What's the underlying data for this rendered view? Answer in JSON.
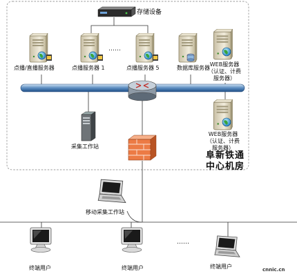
{
  "storage": {
    "label": "存储设备"
  },
  "servers": {
    "vod_live": "点播/直播服务器",
    "vod_1": "点播服务器 1",
    "ellipsis": "……",
    "vod_5": "点播服务器 5",
    "database": "数据库服务器",
    "web_top": "WEB服务器\n（认证、计费\n服务器）",
    "web_bottom": "WEB服务器\n（认证、计费\n服务器）"
  },
  "collector": {
    "label": "采集工作站"
  },
  "mobile": {
    "label": "移动采集工作站"
  },
  "room": {
    "label": "阜新铁通\n中心机房"
  },
  "terminals": {
    "t1": "终端用户",
    "t2": "终端用户",
    "ellipsis": "……",
    "t3": "终端用户"
  },
  "watermark": "cnnic.cn"
}
